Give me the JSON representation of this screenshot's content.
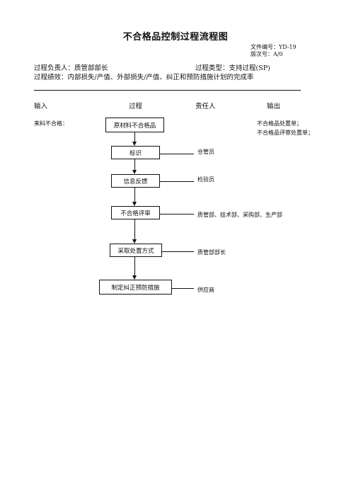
{
  "title": "不合格品控制过程流程图",
  "meta": {
    "doc_no": "文件编号：YD-19",
    "version": "版次号：A/0"
  },
  "info": {
    "owner": "过程负责人：质管部部长",
    "type": "过程类型：支持过程(SP)",
    "performance": "过程绩效：内部损失/产值、外部损失/产值、纠正和预防措施计划的完成率"
  },
  "headers": {
    "input": "输入",
    "process": "过程",
    "responsible": "责任人",
    "output": "输出"
  },
  "input_text": "来料不合格：",
  "outputs": [
    "不合格品处置单；",
    "不合格品评审处置单；"
  ],
  "steps": [
    {
      "label": "原材料不合格品",
      "responsible": ""
    },
    {
      "label": "标识",
      "responsible": "仓管员"
    },
    {
      "label": "信息反馈",
      "responsible": "检验员"
    },
    {
      "label": "不合格评审",
      "responsible": "质管部、技术部、采购部、生产部"
    },
    {
      "label": "采取处置方式",
      "responsible": "质管部部长"
    },
    {
      "label": "制定纠正预防措施",
      "responsible": "供应商"
    }
  ]
}
